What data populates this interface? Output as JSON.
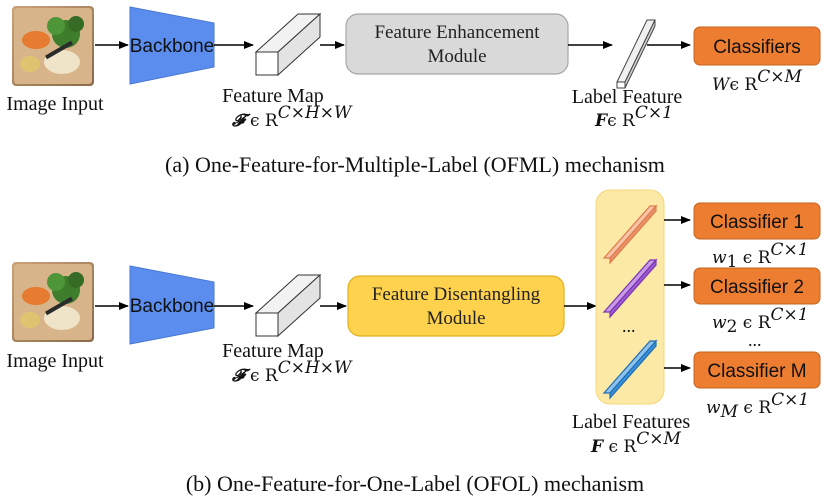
{
  "panel_a": {
    "image_label": "Image Input",
    "backbone_label": "Backbone",
    "feature_map_label": "Feature Map",
    "feature_map_formula": {
      "symbol": "𝓕",
      "rest": " ϵ R",
      "sup": "C×H×W"
    },
    "module_line1": "Feature Enhancement",
    "module_line2": "Module",
    "label_feature_label": "Label Feature",
    "label_feature_formula": {
      "symbol": "F",
      "rest": "ϵ R",
      "sup": "C×1"
    },
    "classifier_label": "Classifiers",
    "classifier_formula": {
      "symbol": "W",
      "rest": "ϵ R",
      "sup": "C×M"
    },
    "caption": "(a) One-Feature-for-Multiple-Label (OFML) mechanism"
  },
  "panel_b": {
    "image_label": "Image Input",
    "backbone_label": "Backbone",
    "feature_map_label": "Feature Map",
    "feature_map_formula": {
      "symbol": "𝓕",
      "rest": " ϵ R",
      "sup": "C×H×W"
    },
    "module_line1": "Feature Disentangling",
    "module_line2": "Module",
    "label_features_label": "Label Features",
    "label_features_formula": {
      "symbol": "F",
      "rest": " ϵ R",
      "sup": "C×M"
    },
    "ellipsis": "...",
    "classifiers": [
      {
        "label": "Classifier 1",
        "w": "w",
        "sub": "1",
        "rest": " ϵ R",
        "sup": "C×1"
      },
      {
        "label": "Classifier 2",
        "w": "w",
        "sub": "2",
        "rest": " ϵ R",
        "sup": "C×1"
      },
      {
        "label": "Classifier M",
        "w": "w",
        "sub": "M",
        "rest": " ϵ R",
        "sup": "C×1"
      }
    ],
    "classifier_ellipsis": "...",
    "caption": "(b) One-Feature-for-One-Label (OFOL) mechanism"
  },
  "colors": {
    "backbone": "#5b8def",
    "enhancement_module": "#d9d9d9",
    "disentangling_module": "#ffd24d",
    "classifier": "#ed7d31",
    "label_panel": "#fde9a6",
    "feature_orange": "#f4a582",
    "feature_purple": "#9b59d0",
    "feature_blue": "#3a8fd6"
  }
}
